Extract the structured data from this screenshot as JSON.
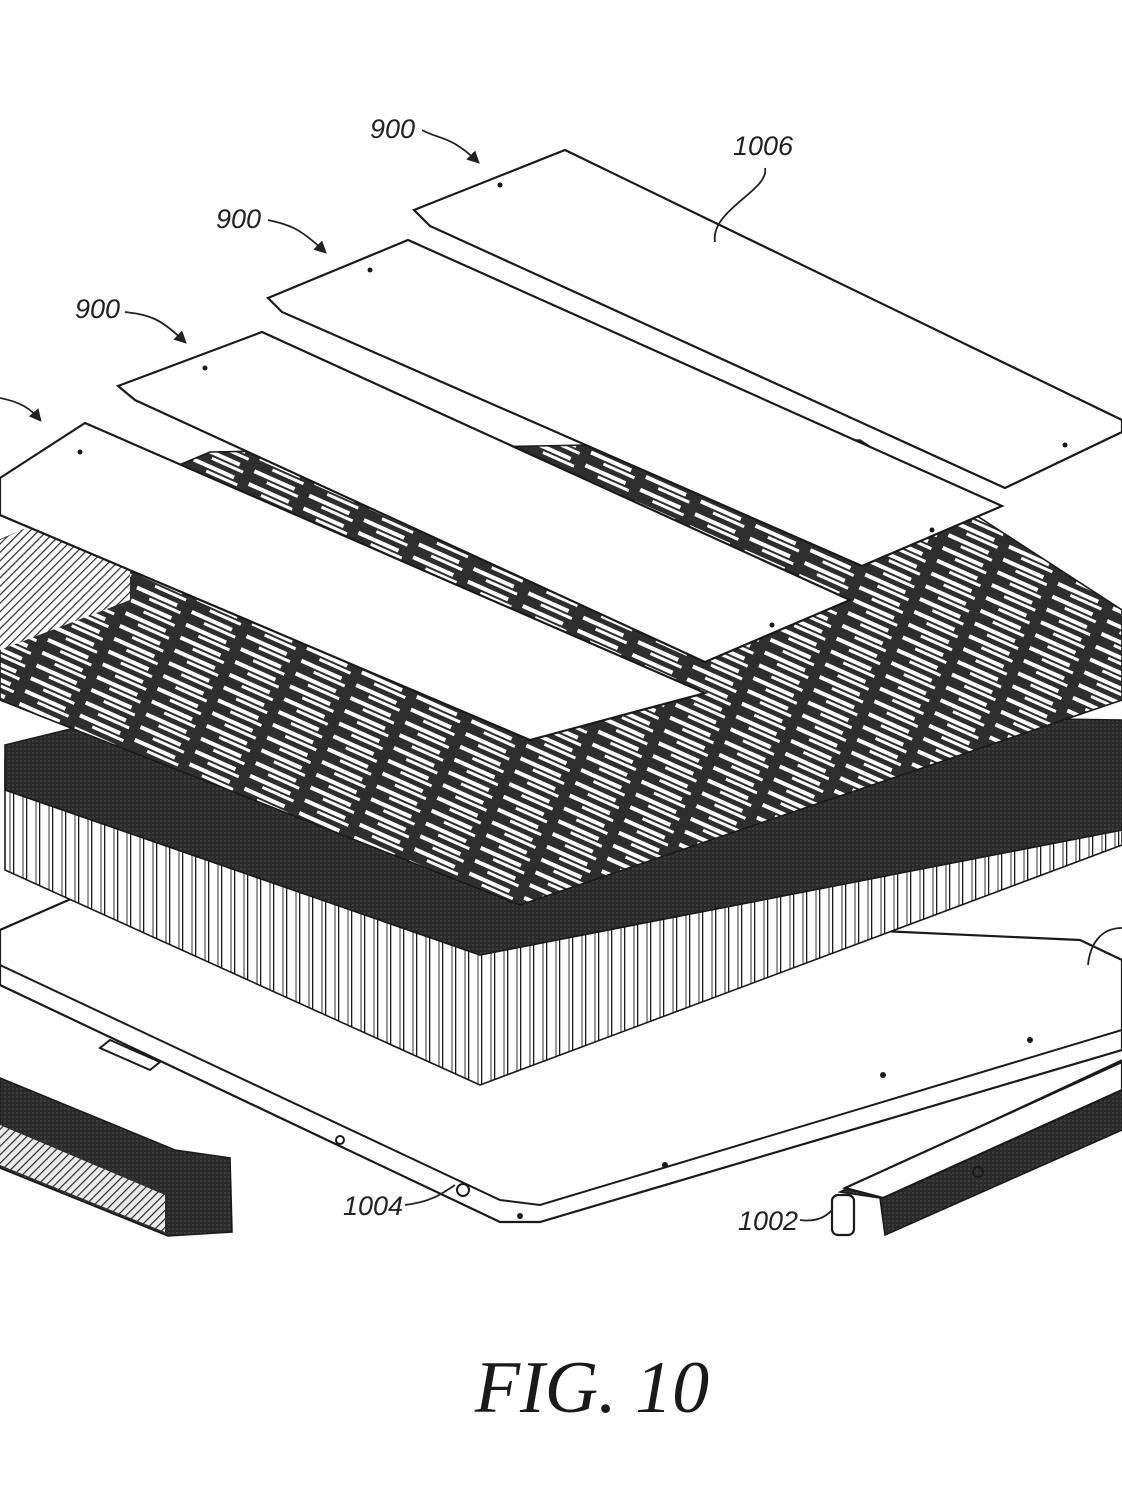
{
  "figure": {
    "caption": "FIG. 10",
    "reference_numerals": {
      "plate_top": "900",
      "plate_middle": "900",
      "plate_lower": "900",
      "top_plate_part": "1006",
      "base_plate_part": "1004",
      "side_rail_part": "1002"
    }
  },
  "colors": {
    "ink": "#1a1a1a",
    "background": "#ffffff",
    "shading": "#2b2b2b"
  }
}
